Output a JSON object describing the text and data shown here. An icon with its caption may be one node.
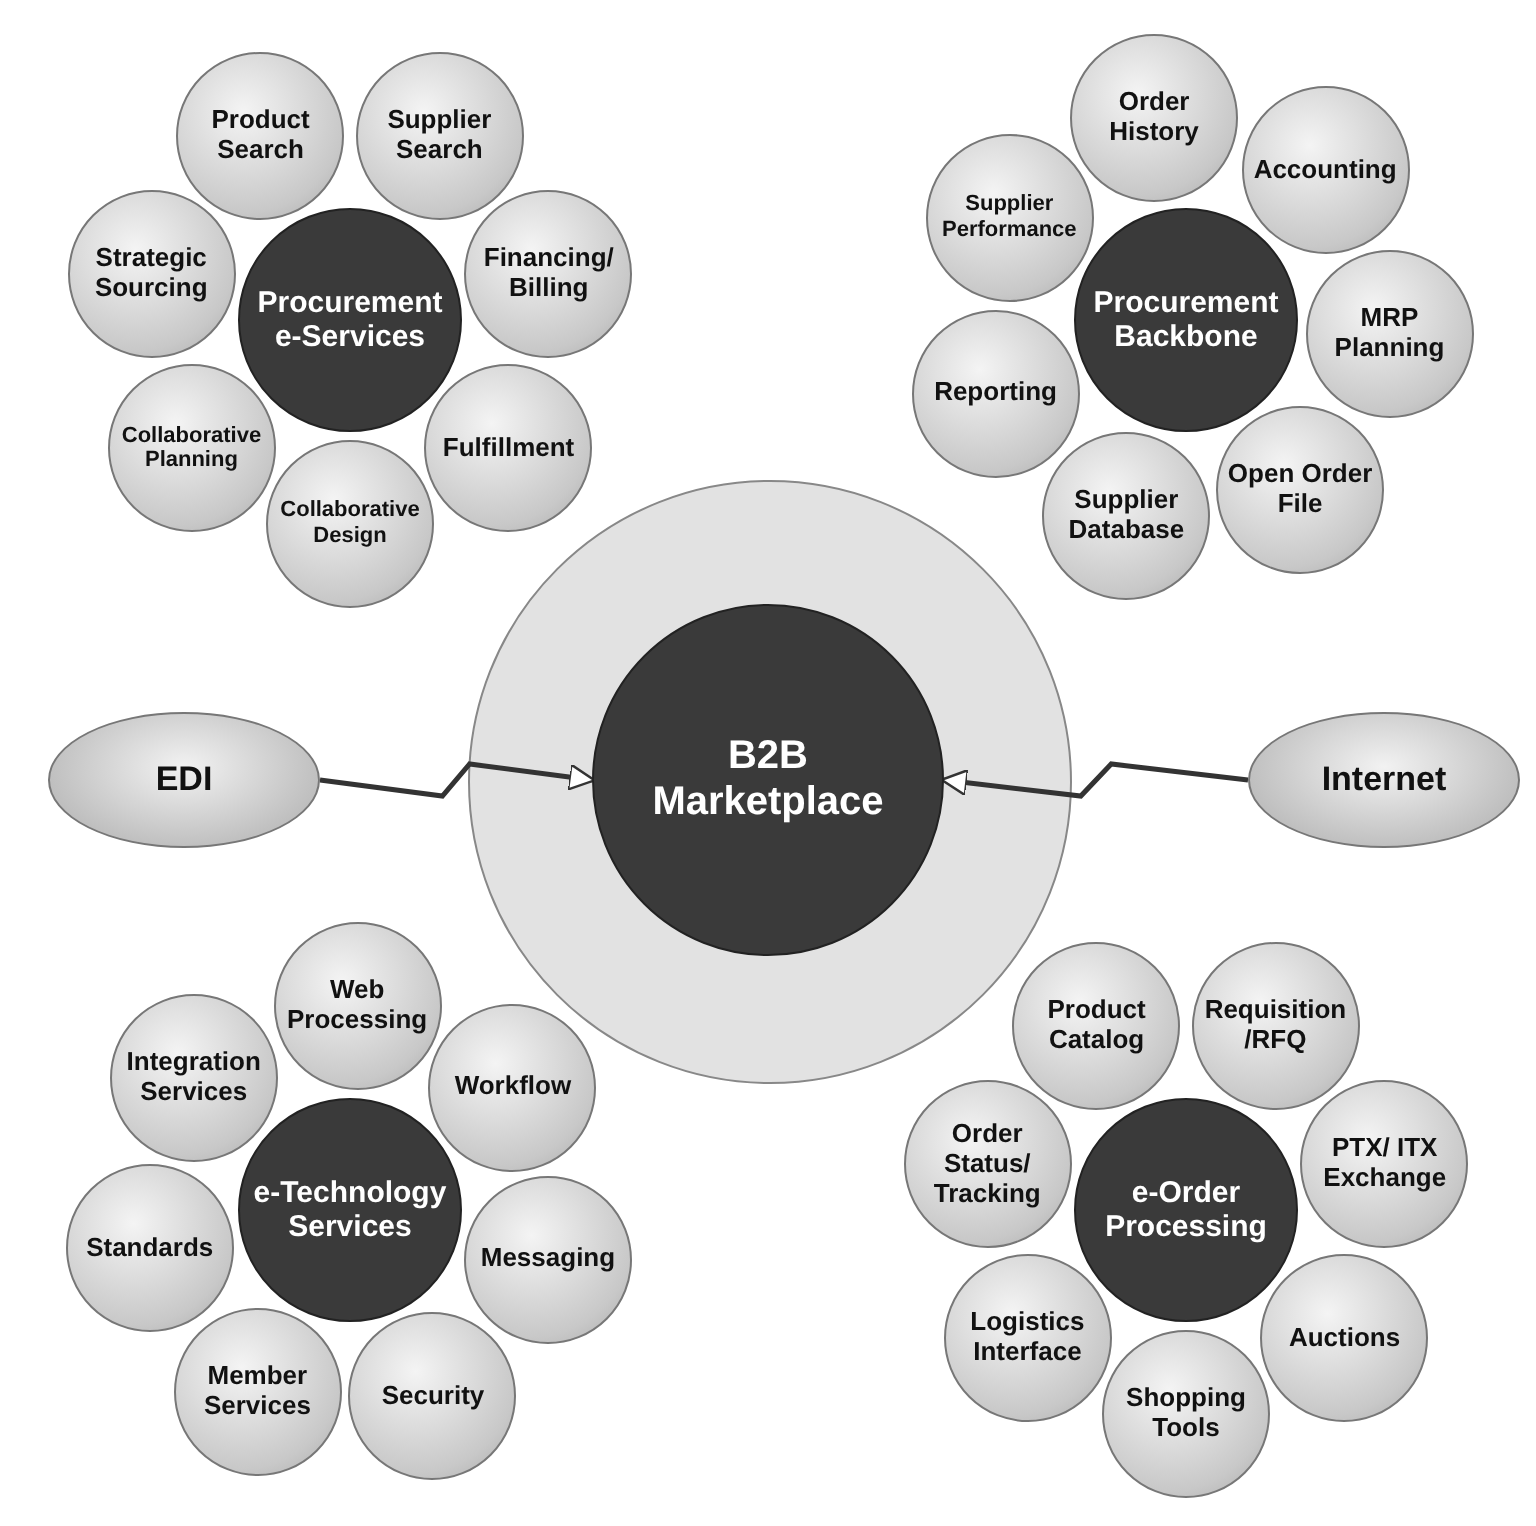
{
  "diagram": {
    "nodes": [
      {
        "text": [
          "Procurement e-Services"
        ]
      },
      {
        "text": [
          "Product Search"
        ]
      },
      {
        "text": [
          "Supplier Search"
        ]
      },
      {
        "text": [
          "Strategic Sourcing"
        ]
      },
      {
        "text": [
          "Financing/ Billing"
        ]
      },
      {
        "text": [
          "Collaborative Planning"
        ]
      },
      {
        "text": [
          "Fulfillment"
        ]
      },
      {
        "text": [
          "Collaborative Design"
        ]
      },
      {
        "text": [
          "Procurement Backbone"
        ]
      },
      {
        "text": [
          "Order History"
        ]
      },
      {
        "text": [
          "Accounting"
        ]
      },
      {
        "text": [
          "Supplier Performance"
        ]
      },
      {
        "text": [
          "MRP Planning"
        ]
      },
      {
        "text": [
          "Reporting"
        ]
      },
      {
        "text": [
          "Open Order File"
        ]
      },
      {
        "text": [
          "Supplier Database"
        ]
      },
      {
        "text": [
          "EDI"
        ]
      },
      {
        "text": [
          "B2B Marketplace"
        ]
      },
      {
        "text": [
          "Internet"
        ]
      },
      {
        "text": [
          "e-Technology Services"
        ]
      },
      {
        "text": [
          "Web Processing"
        ]
      },
      {
        "text": [
          "Integration Services"
        ]
      },
      {
        "text": [
          "Workflow"
        ]
      },
      {
        "text": [
          "Standards"
        ]
      },
      {
        "text": [
          "Messaging"
        ]
      },
      {
        "text": [
          "Member Services"
        ]
      },
      {
        "text": [
          "Security"
        ]
      },
      {
        "text": [
          "e-Order Processing"
        ]
      },
      {
        "text": [
          "Product Catalog"
        ]
      },
      {
        "text": [
          "Requisition /RFQ"
        ]
      },
      {
        "text": [
          "Order Status/ Tracking"
        ]
      },
      {
        "text": [
          "PTX/ ITX Exchange"
        ]
      },
      {
        "text": [
          "Logistics Interface"
        ]
      },
      {
        "text": [
          "Auctions"
        ]
      },
      {
        "text": [
          "Shopping Tools"
        ]
      }
    ],
    "edges": [
      {
        "from": 16,
        "to": 17,
        "arrow": "to"
      },
      {
        "from": 18,
        "to": 17,
        "arrow": "to"
      }
    ]
  }
}
